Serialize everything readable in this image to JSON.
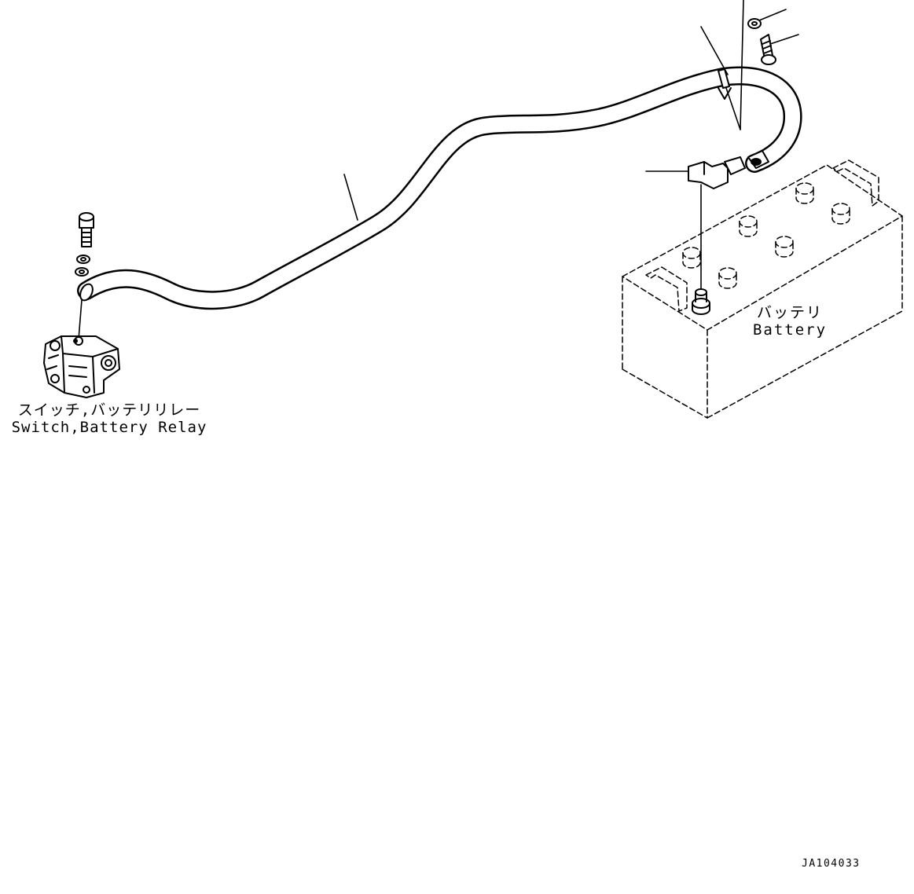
{
  "colors": {
    "line": "#000000",
    "background": "#ffffff"
  },
  "labels": {
    "relay_jp": "スイッチ,バッテリリレー",
    "relay_en": "Switch,Battery Relay",
    "battery_jp": "バッテリ",
    "battery_en": "Battery"
  },
  "drawing_code": "JA104033"
}
